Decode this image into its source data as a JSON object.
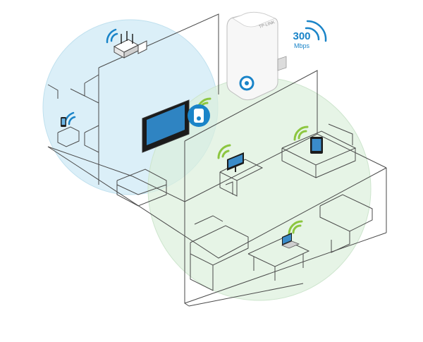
{
  "extender": {
    "brand": "TP-LINK",
    "speed_value": "300",
    "speed_unit": "Mbps"
  },
  "coverage": {
    "existing_network_color": "#cfe9f6",
    "extended_network_color": "#dcefdc",
    "signal_color": "#8cc63f",
    "router_signal_color": "#1a84c8"
  },
  "devices": [
    {
      "name": "router",
      "icon": "router-icon"
    },
    {
      "name": "phone-dock",
      "icon": "phone-icon"
    },
    {
      "name": "wall-tv",
      "icon": "tv-icon"
    },
    {
      "name": "desktop-monitor",
      "icon": "monitor-icon"
    },
    {
      "name": "tablet",
      "icon": "tablet-icon"
    },
    {
      "name": "laptop",
      "icon": "laptop-icon"
    }
  ]
}
